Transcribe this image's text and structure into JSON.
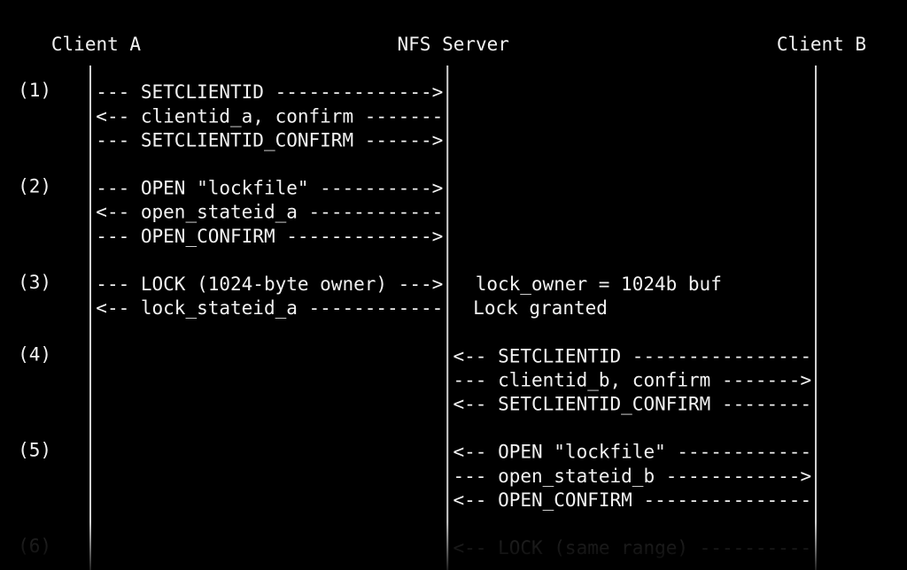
{
  "participants": [
    {
      "id": "client_a",
      "label": "Client A"
    },
    {
      "id": "server",
      "label": "NFS Server"
    },
    {
      "id": "client_b",
      "label": "Client B"
    }
  ],
  "steps": [
    {
      "number": "(1)",
      "messages": [
        {
          "text": "SETCLIENTID",
          "from": "client_a",
          "to": "server"
        },
        {
          "text": "clientid_a, confirm",
          "from": "server",
          "to": "client_a"
        },
        {
          "text": "SETCLIENTID_CONFIRM",
          "from": "client_a",
          "to": "server"
        }
      ]
    },
    {
      "number": "(2)",
      "messages": [
        {
          "text": "OPEN \"lockfile\"",
          "from": "client_a",
          "to": "server"
        },
        {
          "text": "open_stateid_a",
          "from": "server",
          "to": "client_a"
        },
        {
          "text": "OPEN_CONFIRM",
          "from": "client_a",
          "to": "server"
        }
      ]
    },
    {
      "number": "(3)",
      "messages": [
        {
          "text": "LOCK (1024-byte owner)",
          "from": "client_a",
          "to": "server",
          "note": "lock_owner = 1024b buf"
        },
        {
          "text": "lock_stateid_a",
          "from": "server",
          "to": "client_a",
          "note": "Lock granted"
        }
      ]
    },
    {
      "number": "(4)",
      "messages": [
        {
          "text": "SETCLIENTID",
          "from": "client_b",
          "to": "server"
        },
        {
          "text": "clientid_b, confirm",
          "from": "server",
          "to": "client_b"
        },
        {
          "text": "SETCLIENTID_CONFIRM",
          "from": "client_b",
          "to": "server"
        }
      ]
    },
    {
      "number": "(5)",
      "messages": [
        {
          "text": "OPEN \"lockfile\"",
          "from": "client_b",
          "to": "server"
        },
        {
          "text": "open_stateid_b",
          "from": "server",
          "to": "client_b"
        },
        {
          "text": "OPEN_CONFIRM",
          "from": "client_b",
          "to": "server"
        }
      ]
    },
    {
      "number": "(6)",
      "faded": true,
      "messages": [
        {
          "text": "LOCK (same range)",
          "from": "client_b",
          "to": "server"
        }
      ]
    }
  ],
  "colors": {
    "background": "#000000",
    "text": "#f2f2f2",
    "lifeline": "#d0d0d0"
  }
}
